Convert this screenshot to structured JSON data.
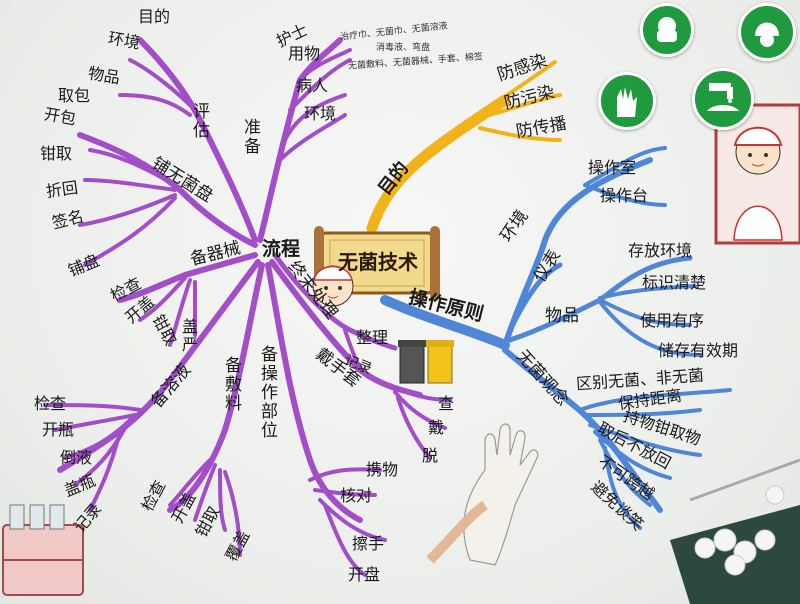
{
  "center": {
    "title": "无菌技术"
  },
  "main": {
    "flow": "流程",
    "purpose": "目的",
    "principles": "操作原则"
  },
  "purpose_items": [
    "防感染",
    "防污染",
    "防传播"
  ],
  "principles": {
    "environment": {
      "label": "环境",
      "items": [
        "操作室",
        "操作台"
      ]
    },
    "instruments": {
      "label": "仪表"
    },
    "articles": {
      "label": "物品",
      "items": [
        "存放环境",
        "标识清楚",
        "使用有序",
        "储存有效期"
      ]
    },
    "aseptic_concept": {
      "label": "无菌观念",
      "items": [
        "区别无菌、非无菌",
        "保持距离",
        "持物钳取物",
        "取后不放回",
        "不可跨越",
        "避免谈笑"
      ]
    }
  },
  "flow": {
    "prepare": {
      "label": "准备",
      "items": [
        "护士",
        "用物",
        "病人",
        "环境"
      ],
      "supplies_note": [
        "治疗巾、无菌巾、无菌溶液",
        "消毒液、弯盘",
        "无菌敷料、无菌器械、手套、棉签"
      ]
    },
    "evaluate": {
      "label": "评估",
      "items": [
        "目的",
        "环境",
        "物品"
      ]
    },
    "tray": {
      "label": "铺无菌盘",
      "items": [
        "取包",
        "开包",
        "钳取",
        "折回",
        "签名",
        "铺盘"
      ]
    },
    "instruments": {
      "label": "备器械",
      "items": [
        "检查",
        "开盖",
        "钳取",
        "盖严"
      ]
    },
    "solution": {
      "label": "备溶液",
      "items": [
        "检查",
        "开瓶",
        "倒液",
        "盖瓶",
        "记录"
      ]
    },
    "dressing": {
      "label": "备敷料",
      "items": [
        "检查",
        "开盖",
        "钳取",
        "覆盖"
      ]
    },
    "site": {
      "label": "备操作部位",
      "items": [
        "携物",
        "核对",
        "擦手",
        "开盘"
      ]
    },
    "gloves": {
      "label": "戴手套",
      "items": [
        "查",
        "戴",
        "脱"
      ]
    },
    "final": {
      "label": "终末处理",
      "items": [
        "整理",
        "记录"
      ]
    }
  },
  "colors": {
    "purple": "#a24ec9",
    "yellow": "#f2b21a",
    "blue": "#4f86d8",
    "icon_green": "#1f9a3f"
  },
  "icons": [
    "mask-icon",
    "cap-icon",
    "gloves-icon",
    "handwash-icon"
  ]
}
